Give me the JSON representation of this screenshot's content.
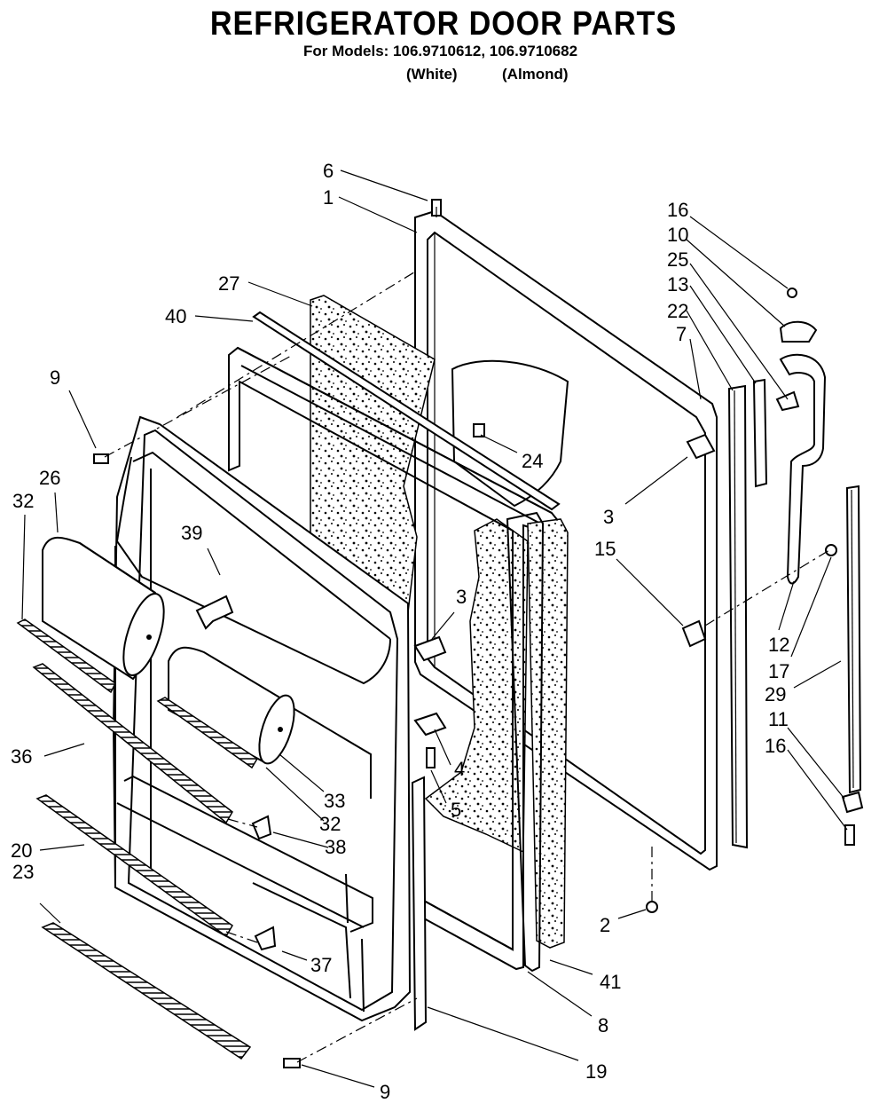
{
  "header": {
    "title": "REFRIGERATOR DOOR PARTS",
    "subtitle": "For Models: 106.9710612, 106.9710682",
    "variant_white": "(White)",
    "variant_almond": "(Almond)"
  },
  "callouts": {
    "c6": "6",
    "c1": "1",
    "c27": "27",
    "c40": "40",
    "c9a": "9",
    "c26": "26",
    "c32a": "32",
    "c39": "39",
    "c36": "36",
    "c20": "20",
    "c23": "23",
    "c3a": "3",
    "c4": "4",
    "c5": "5",
    "c33": "33",
    "c32b": "32",
    "c38": "38",
    "c37": "37",
    "c9b": "9",
    "c19": "19",
    "c8": "8",
    "c41": "41",
    "c2": "2",
    "c24": "24",
    "c3b": "3",
    "c15": "15",
    "c16a": "16",
    "c10": "10",
    "c25": "25",
    "c13": "13",
    "c22": "22",
    "c7": "7",
    "c12": "12",
    "c17": "17",
    "c29": "29",
    "c11": "11",
    "c16b": "16"
  }
}
